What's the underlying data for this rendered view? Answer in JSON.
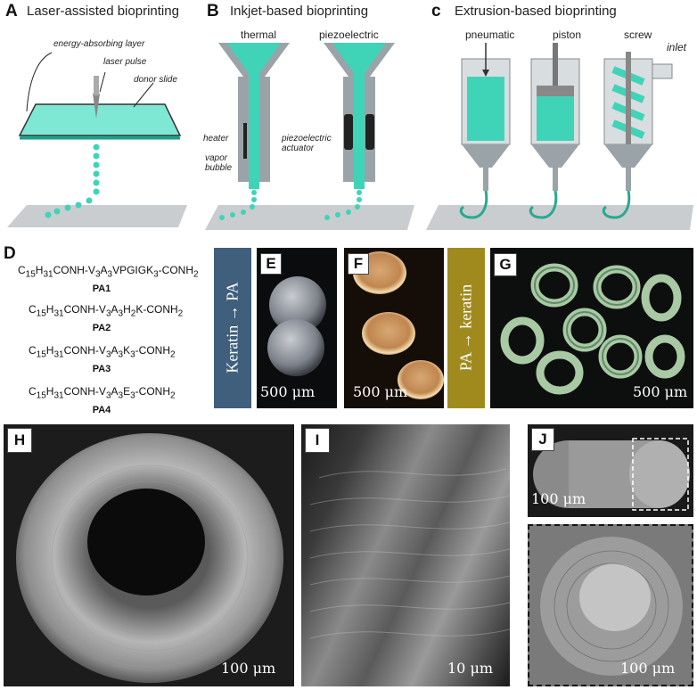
{
  "panel_a": {
    "label": "A",
    "title": "Laser-assisted bioprinting",
    "annotations": [
      "energy-absorbing layer",
      "laser pulse",
      "donor slide"
    ]
  },
  "panel_b": {
    "label": "B",
    "title": "Inkjet-based bioprinting",
    "sublabels": [
      "thermal",
      "piezoelectric"
    ],
    "annotations": [
      "heater",
      "vapor bubble",
      "piezoelectric actuator"
    ]
  },
  "panel_c": {
    "label": "c",
    "title": "Extrusion-based bioprinting",
    "sublabels": [
      "pneumatic",
      "piston",
      "screw",
      "inlet"
    ]
  },
  "panel_d": {
    "label": "D",
    "formulas": [
      {
        "prefix": "C",
        "s1": "15",
        "m1": "H",
        "s2": "31",
        "m2": "CONH-V",
        "s3": "3",
        "m3": "A",
        "s4": "3",
        "m4": "VPGIGK",
        "s5": "3",
        "m5": "-CONH",
        "s6": "2",
        "name": "PA1"
      },
      {
        "prefix": "C",
        "s1": "15",
        "m1": "H",
        "s2": "31",
        "m2": "CONH-V",
        "s3": "3",
        "m3": "A",
        "s4": "3",
        "m4": "H",
        "s5": "2",
        "m5": "K-CONH",
        "s6": "2",
        "name": "PA2"
      },
      {
        "prefix": "C",
        "s1": "15",
        "m1": "H",
        "s2": "31",
        "m2": "CONH-V",
        "s3": "3",
        "m3": "A",
        "s4": "3",
        "m4": "K",
        "s5": "3",
        "m5": "-CONH",
        "s6": "2",
        "name": "PA3"
      },
      {
        "prefix": "C",
        "s1": "15",
        "m1": "H",
        "s2": "31",
        "m2": "CONH-V",
        "s3": "3",
        "m3": "A",
        "s4": "3",
        "m4": "E",
        "s5": "3",
        "m5": "-CONH",
        "s6": "2",
        "name": "PA4"
      }
    ],
    "banner_left": "Keratin → PA",
    "banner_right": "PA → keratin"
  },
  "panel_e": {
    "label": "E",
    "scale": "500 μm"
  },
  "panel_f": {
    "label": "F",
    "scale": "500 μm"
  },
  "panel_g": {
    "label": "G",
    "scale": "500 μm"
  },
  "panel_h": {
    "label": "H",
    "scale": "100 μm"
  },
  "panel_i": {
    "label": "I",
    "scale": "10 μm"
  },
  "panel_j": {
    "label": "J",
    "scale_top": "100 μm",
    "scale_bottom": "100 μm"
  },
  "colors": {
    "teal": "#3fd4b8",
    "banner_blue": "#3f5f7c",
    "banner_gold": "#a08a1e"
  }
}
